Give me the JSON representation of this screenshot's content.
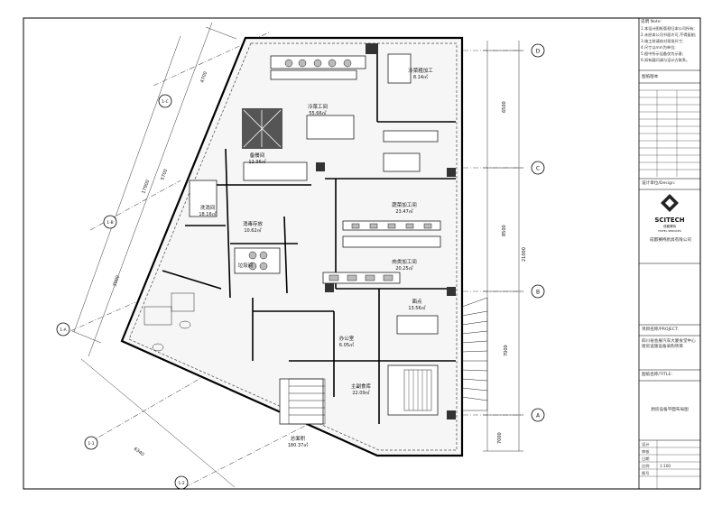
{
  "grid_rows": [
    {
      "id": "D",
      "label": "D"
    },
    {
      "id": "C",
      "label": "C"
    },
    {
      "id": "B",
      "label": "B"
    },
    {
      "id": "A",
      "label": "A"
    }
  ],
  "grid_cols": [
    {
      "id": "1-C",
      "label": "1-C"
    },
    {
      "id": "1-B",
      "label": "1-B"
    },
    {
      "id": "1-A",
      "label": "1-A"
    },
    {
      "id": "1-1",
      "label": "1-1"
    },
    {
      "id": "1-2",
      "label": "1-2"
    }
  ],
  "dimensions": {
    "left_top": "4700",
    "left_mid": "5700",
    "left_low": "3900",
    "right_top": "6500",
    "right_mid": "8500",
    "right_low": "7000",
    "right_total": "21000",
    "bottom": "6340",
    "bottom_right": "7000",
    "left_total": "17900"
  },
  "rooms": [
    {
      "name": "冷菜工间",
      "area": "55.66㎡"
    },
    {
      "name": "冷菜粗加工",
      "area": "8.14㎡"
    },
    {
      "name": "备餐间",
      "area": "12.36㎡"
    },
    {
      "name": "洗消间",
      "area": "18.16㎡"
    },
    {
      "name": "消毒存放",
      "area": "10.62㎡"
    },
    {
      "name": "垃圾间",
      "area": ""
    },
    {
      "name": "蔬菜加工间",
      "area": "23.47㎡"
    },
    {
      "name": "肉类加工间",
      "area": "20.25㎡"
    },
    {
      "name": "面点",
      "area": "13.56㎡"
    },
    {
      "name": "办公室",
      "area": "6.05㎡"
    },
    {
      "name": "主副食库",
      "area": "22.09㎡"
    },
    {
      "name": "总面积",
      "area": "180.37㎡"
    }
  ],
  "title_block": {
    "notes_title": "说明 Note:",
    "notes": [
      "1.本设计图纸版权归本公司所有;",
      "2.未经本公司书面许可,不得复制;",
      "3.施工前请核对现场尺寸;",
      "4.尺寸以mm为单位;",
      "5.图中所示设备仅为示意;",
      "6.如有疑问请与设计方联系。"
    ],
    "revision_title": "图纸版本",
    "design_label": "设计单位/Design:",
    "logo_text": "SCITECH",
    "logo_sub": "成都赛特",
    "logo_sub2": "HOTEL SERVICES",
    "company": "成都赛特厨具有限公司",
    "project_label": "项目名称/PROJECT:",
    "project_name": "四川省会展汽车大厦食堂中心厨房设施设备采购项目",
    "drawing_label": "图纸名称/TITLE:",
    "drawing_name": "厨房设备平面布局图",
    "meta_rows": [
      {
        "k": "设计",
        "v": ""
      },
      {
        "k": "审核",
        "v": ""
      },
      {
        "k": "日期",
        "v": ""
      },
      {
        "k": "比例",
        "v": "1:100"
      },
      {
        "k": "图号",
        "v": ""
      }
    ]
  }
}
